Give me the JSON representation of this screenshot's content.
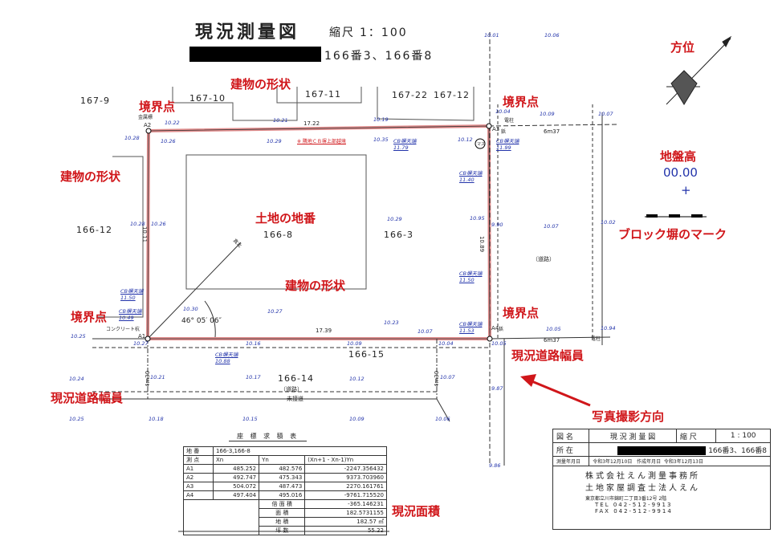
{
  "header": {
    "title": "現況測量図",
    "scale_label": "縮尺",
    "scale": "1：100",
    "location": "166番3、166番8"
  },
  "lots": [
    "167-9",
    "167-10",
    "167-11",
    "167-22",
    "167-12",
    "166-12",
    "166-8",
    "166-3",
    "166-15",
    "166-14"
  ],
  "map_labels": {
    "road_right": "（道路）",
    "road_bottom": "（道路）",
    "unconnected": "未接道",
    "a1": "A1",
    "a2": "A2",
    "a3": "A3",
    "a4": "A4",
    "a1_note": "コンクリート杭",
    "a2_note": "金属標",
    "a3_note": "鋲",
    "a4_note": "鋲",
    "pole": "電柱",
    "pole2": "電柱",
    "manhole": "マス",
    "dist_top": "17.22",
    "dist_bottom": "17.39",
    "dist_left": "10.11",
    "dist_right": "10.89",
    "road_top": "6m37",
    "road_bottom_w": "6m37",
    "width_left": "4m30",
    "width_right": "4m30",
    "angle": "46° 05′ 06″",
    "cb_note": "※ 隣地ＣＢ塀上部越境",
    "north": "真北"
  },
  "elevations": [
    "10.22",
    "10.21",
    "10.19",
    "10.28",
    "10.26",
    "10.29",
    "10.35",
    "10.12",
    "10.04",
    "10.09",
    "10.07",
    "10.28",
    "10.26",
    "10.29",
    "10.95",
    "9.90",
    "10.07",
    "10.02",
    "10.30",
    "10.27",
    "10.23",
    "10.07",
    "10.05",
    "10.94",
    "10.25",
    "10.27",
    "10.16",
    "10.09",
    "10.04",
    "10.05",
    "9.87",
    "10.24",
    "10.21",
    "10.17",
    "10.12",
    "10.07",
    "10.25",
    "10.18",
    "10.15",
    "10.09",
    "10.06",
    "10.01",
    "10.06",
    "9.86"
  ],
  "wall_tops": [
    {
      "label": "CB塀天端",
      "value": "11.79"
    },
    {
      "label": "CB塀天端",
      "value": "11.99"
    },
    {
      "label": "CB塀天端",
      "value": "11.40"
    },
    {
      "label": "CB塀天端",
      "value": "11.50"
    },
    {
      "label": "CB塀天端",
      "value": "11.53"
    },
    {
      "label": "CB塀天端",
      "value": "11.50"
    },
    {
      "label": "CB塀天端",
      "value": "10.49"
    },
    {
      "label": "CB塀天端",
      "value": "10.88"
    }
  ],
  "annotations": {
    "building_shape": "建物の形状",
    "boundary_point": "境界点",
    "lot_number": "土地の地番",
    "road_width": "現況道路幅員",
    "photo_direction": "写真撮影方向",
    "current_area": "現況面積",
    "orientation": "方位",
    "ground_height": "地盤高",
    "ground_value": "00.00",
    "ground_mark": "+",
    "block_wall_mark": "ブロック塀のマーク"
  },
  "coord_table": {
    "title": "座 標 求 積 表",
    "lot_label": "地 番",
    "lot_value": "166-3,166-8",
    "headers": [
      "測 点",
      "Xn",
      "Yn",
      "(Xn+1 - Xn-1)Yn"
    ],
    "rows": [
      [
        "A1",
        "485.252",
        "482.576",
        "-2247.356432"
      ],
      [
        "A2",
        "492.747",
        "475.343",
        "9373.703960"
      ],
      [
        "A3",
        "504.072",
        "487.473",
        "2270.161761"
      ],
      [
        "A4",
        "497.404",
        "495.016",
        "-9761.715520"
      ]
    ],
    "summary": [
      {
        "label": "倍 面 積",
        "value": "-365.146231"
      },
      {
        "label": "面 積",
        "value": "182.5731155"
      },
      {
        "label": "地 積",
        "value": "182.57 ㎡"
      },
      {
        "label": "坪 数",
        "value": "55.22"
      }
    ]
  },
  "title_block": {
    "name_label": "図 名",
    "name": "現 況 測 量 図",
    "scale_label": "縮 尺",
    "scale": "1 : 100",
    "location_label": "所 在",
    "location": "166番3、166番8",
    "survey_date_label": "測量年月日",
    "survey_date": "令和3年12月10日",
    "created_label": "作成年月日",
    "created_date": "令和3年12月13日",
    "company": "株式会社えん測量事務所",
    "office": "土地家屋調査士法人えん",
    "address": "東京都立川市錦町二丁目3番12号 2階",
    "tel": "TEL 042-512-9913",
    "fax": "FAX 042-512-9914"
  },
  "colors": {
    "annotation": "#d0161a",
    "elevation": "#2233aa",
    "boundary": "#c83030"
  }
}
